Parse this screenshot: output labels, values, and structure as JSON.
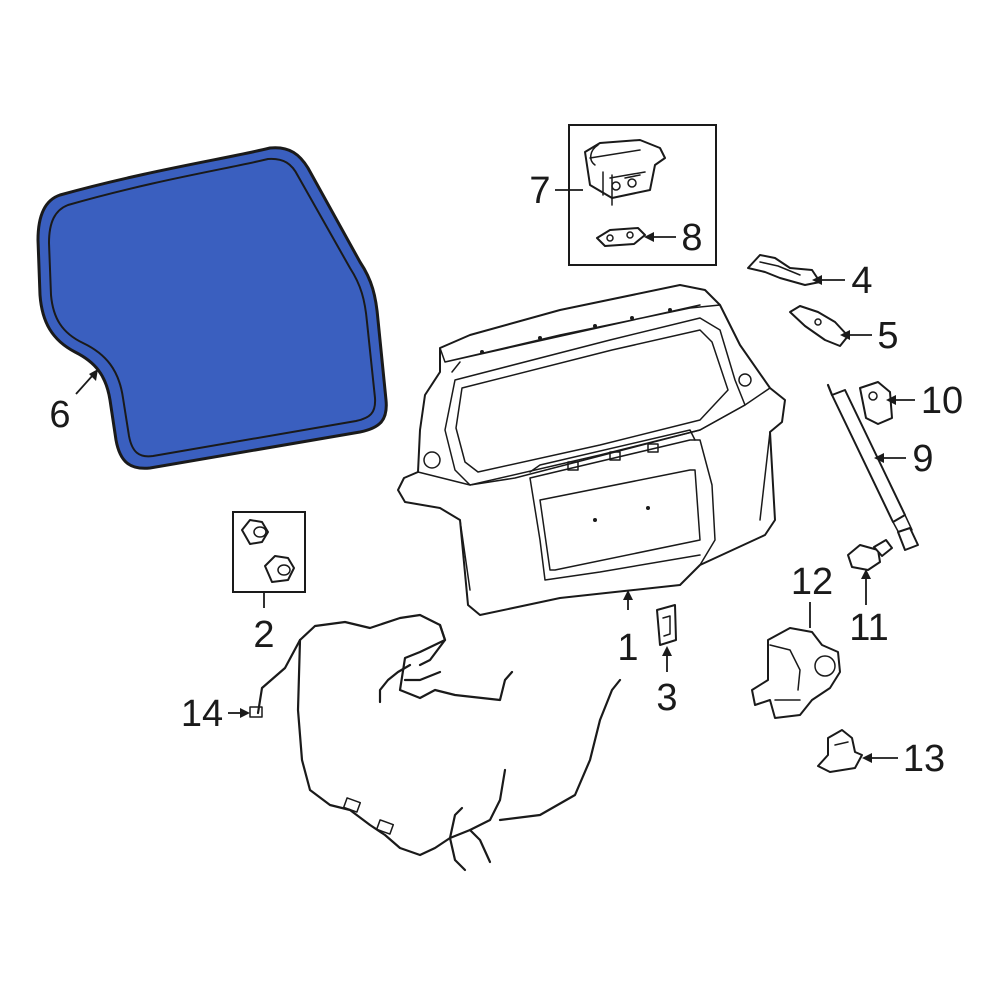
{
  "callouts": [
    {
      "id": "1",
      "label": "1"
    },
    {
      "id": "2",
      "label": "2"
    },
    {
      "id": "3",
      "label": "3"
    },
    {
      "id": "4",
      "label": "4"
    },
    {
      "id": "5",
      "label": "5"
    },
    {
      "id": "6",
      "label": "6"
    },
    {
      "id": "7",
      "label": "7"
    },
    {
      "id": "8",
      "label": "8"
    },
    {
      "id": "9",
      "label": "9"
    },
    {
      "id": "10",
      "label": "10"
    },
    {
      "id": "11",
      "label": "11"
    },
    {
      "id": "12",
      "label": "12"
    },
    {
      "id": "13",
      "label": "13"
    },
    {
      "id": "14",
      "label": "14"
    }
  ],
  "colors": {
    "highlight_fill": "#3a5fbf",
    "line": "#1a1a1a",
    "background": "#ffffff"
  },
  "highlighted_part": "6"
}
